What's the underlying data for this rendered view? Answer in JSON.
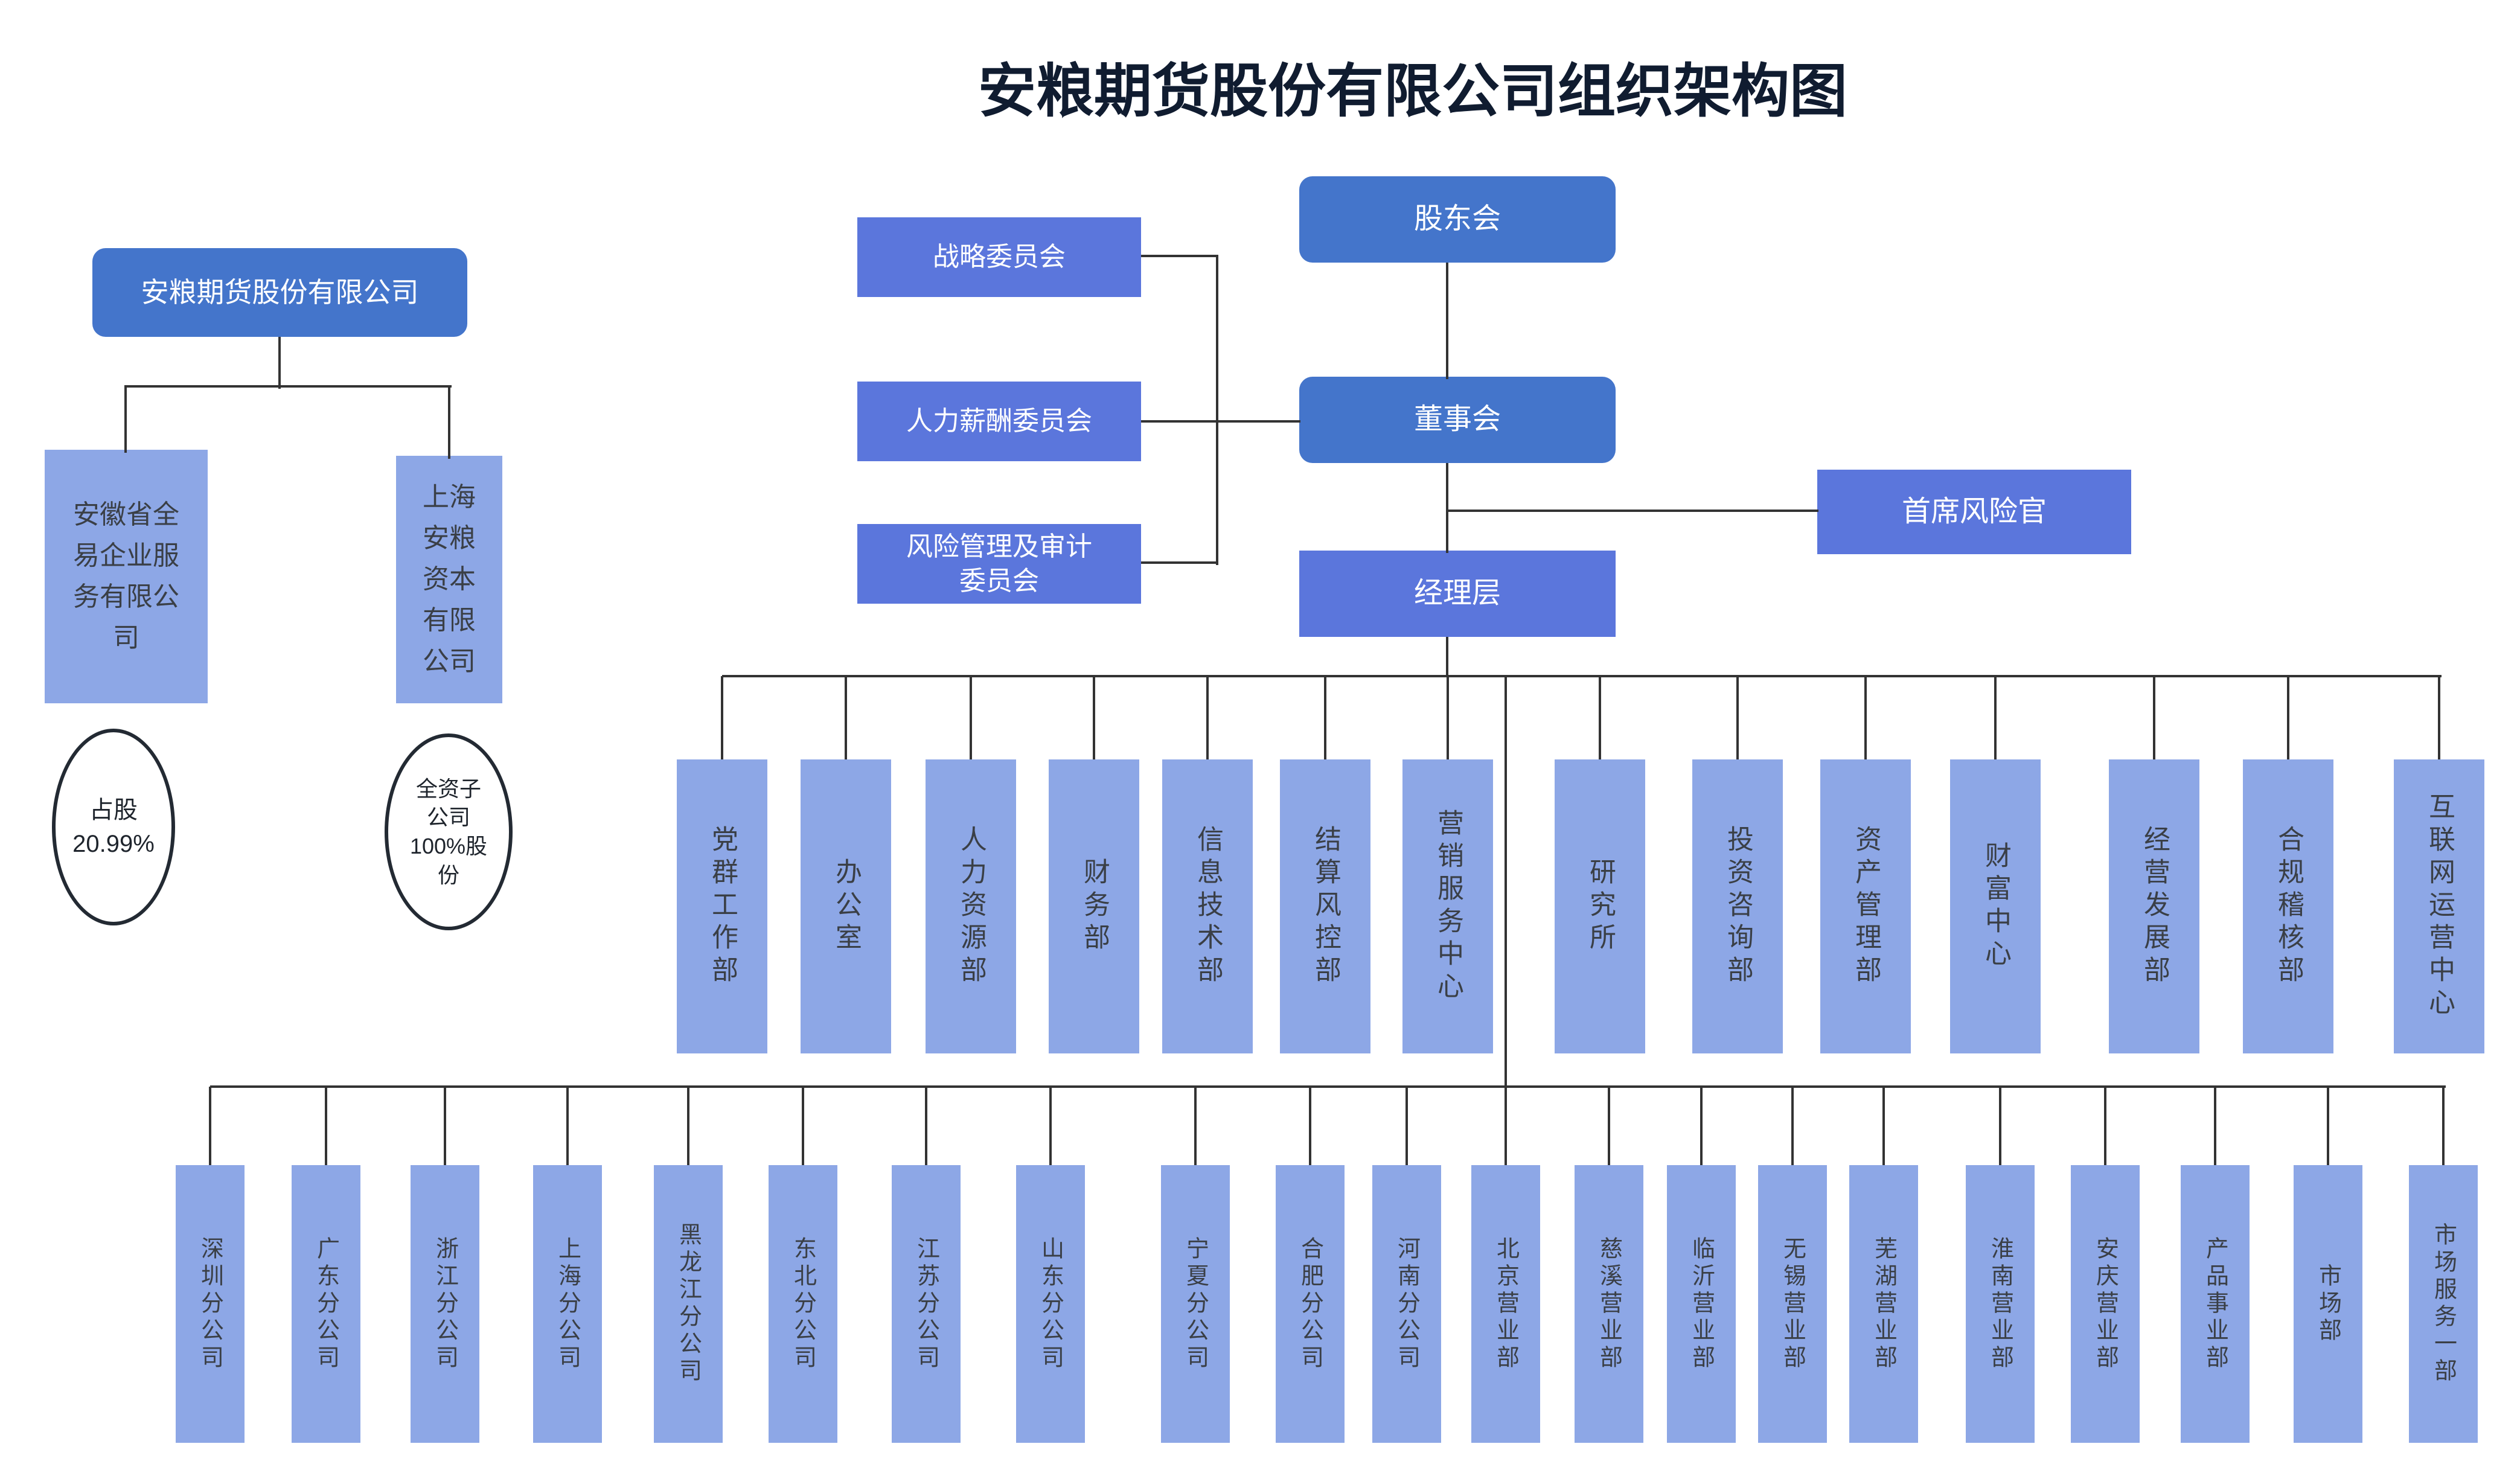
{
  "title": "安粮期货股份有限公司组织架构图",
  "colors": {
    "primary": "#4475CB",
    "secondary": "#5B76DC",
    "light": "#8DA7E6",
    "line": "#333333",
    "title_text": "#101C30",
    "dark_text": "#3A3F46"
  },
  "left_group": {
    "root": "安粮期货股份有限公司",
    "subsidiaries": [
      {
        "label": "安徽省全\n易企业服\n务有限公\n司",
        "note": "占股\n20.99%"
      },
      {
        "label": "上海\n安粮\n资本\n有限\n公司",
        "note": "全资子\n公司\n100%股\n份"
      }
    ]
  },
  "governance": {
    "shareholders": "股东会",
    "board": "董事会",
    "management": "经理层",
    "chief_risk_officer": "首席风险官"
  },
  "committees": [
    "战略委员会",
    "人力薪酬委员会",
    "风险管理及审计\n委员会"
  ],
  "departments": [
    "党群工作部",
    "办公室",
    "人力资源部",
    "财务部",
    "信息技术部",
    "结算风控部",
    "营销服务中心",
    "研究所",
    "投资咨询部",
    "资产管理部",
    "财富中心",
    "经营发展部",
    "合规稽核部",
    "互联网运营中心"
  ],
  "branches": [
    "深圳分公司",
    "广东分公司",
    "浙江分公司",
    "上海分公司",
    "黑龙江分公司",
    "东北分公司",
    "江苏分公司",
    "山东分公司",
    "宁夏分公司",
    "合肥分公司",
    "河南分公司",
    "北京营业部",
    "慈溪营业部",
    "临沂营业部",
    "无锡营业部",
    "芜湖营业部",
    "淮南营业部",
    "安庆营业部",
    "产品事业部",
    "市场部",
    "市场服务一部"
  ]
}
